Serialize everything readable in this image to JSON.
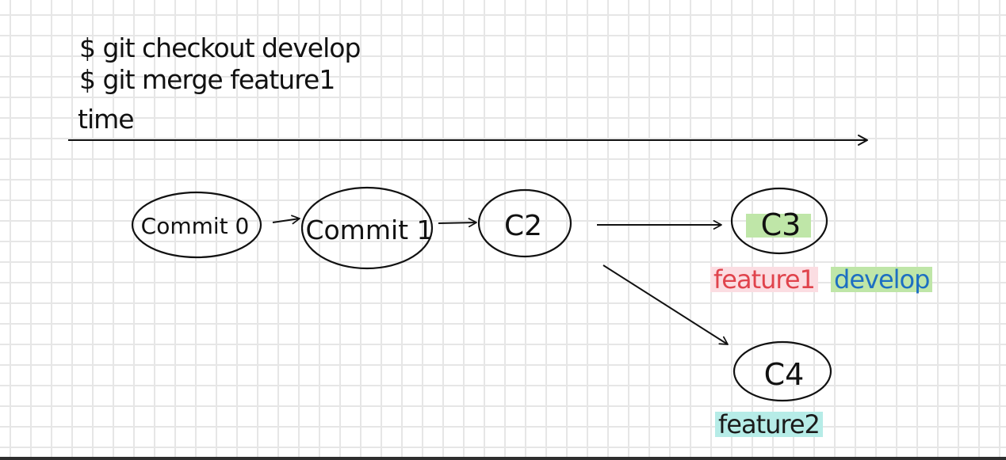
{
  "commands": [
    "$ git checkout develop",
    "$ git merge feature1"
  ],
  "axis_label": "time",
  "commits": [
    {
      "id": "commit0",
      "label": "Commit 0"
    },
    {
      "id": "commit1",
      "label": "Commit 1"
    },
    {
      "id": "c2",
      "label": "C2"
    },
    {
      "id": "c3",
      "label": "C3"
    },
    {
      "id": "c4",
      "label": "C4"
    }
  ],
  "branches": [
    {
      "id": "feature1",
      "label": "feature1",
      "text_color": "#e0434c",
      "highlight": "#fbdde2"
    },
    {
      "id": "develop",
      "label": "develop",
      "text_color": "#1d6fc2",
      "highlight": "#bfe6a8"
    },
    {
      "id": "feature2",
      "label": "feature2",
      "text_color": "#1b1b1b",
      "highlight": "#b6ece7"
    }
  ],
  "node_highlights": {
    "c3": "#bfe6a8"
  }
}
